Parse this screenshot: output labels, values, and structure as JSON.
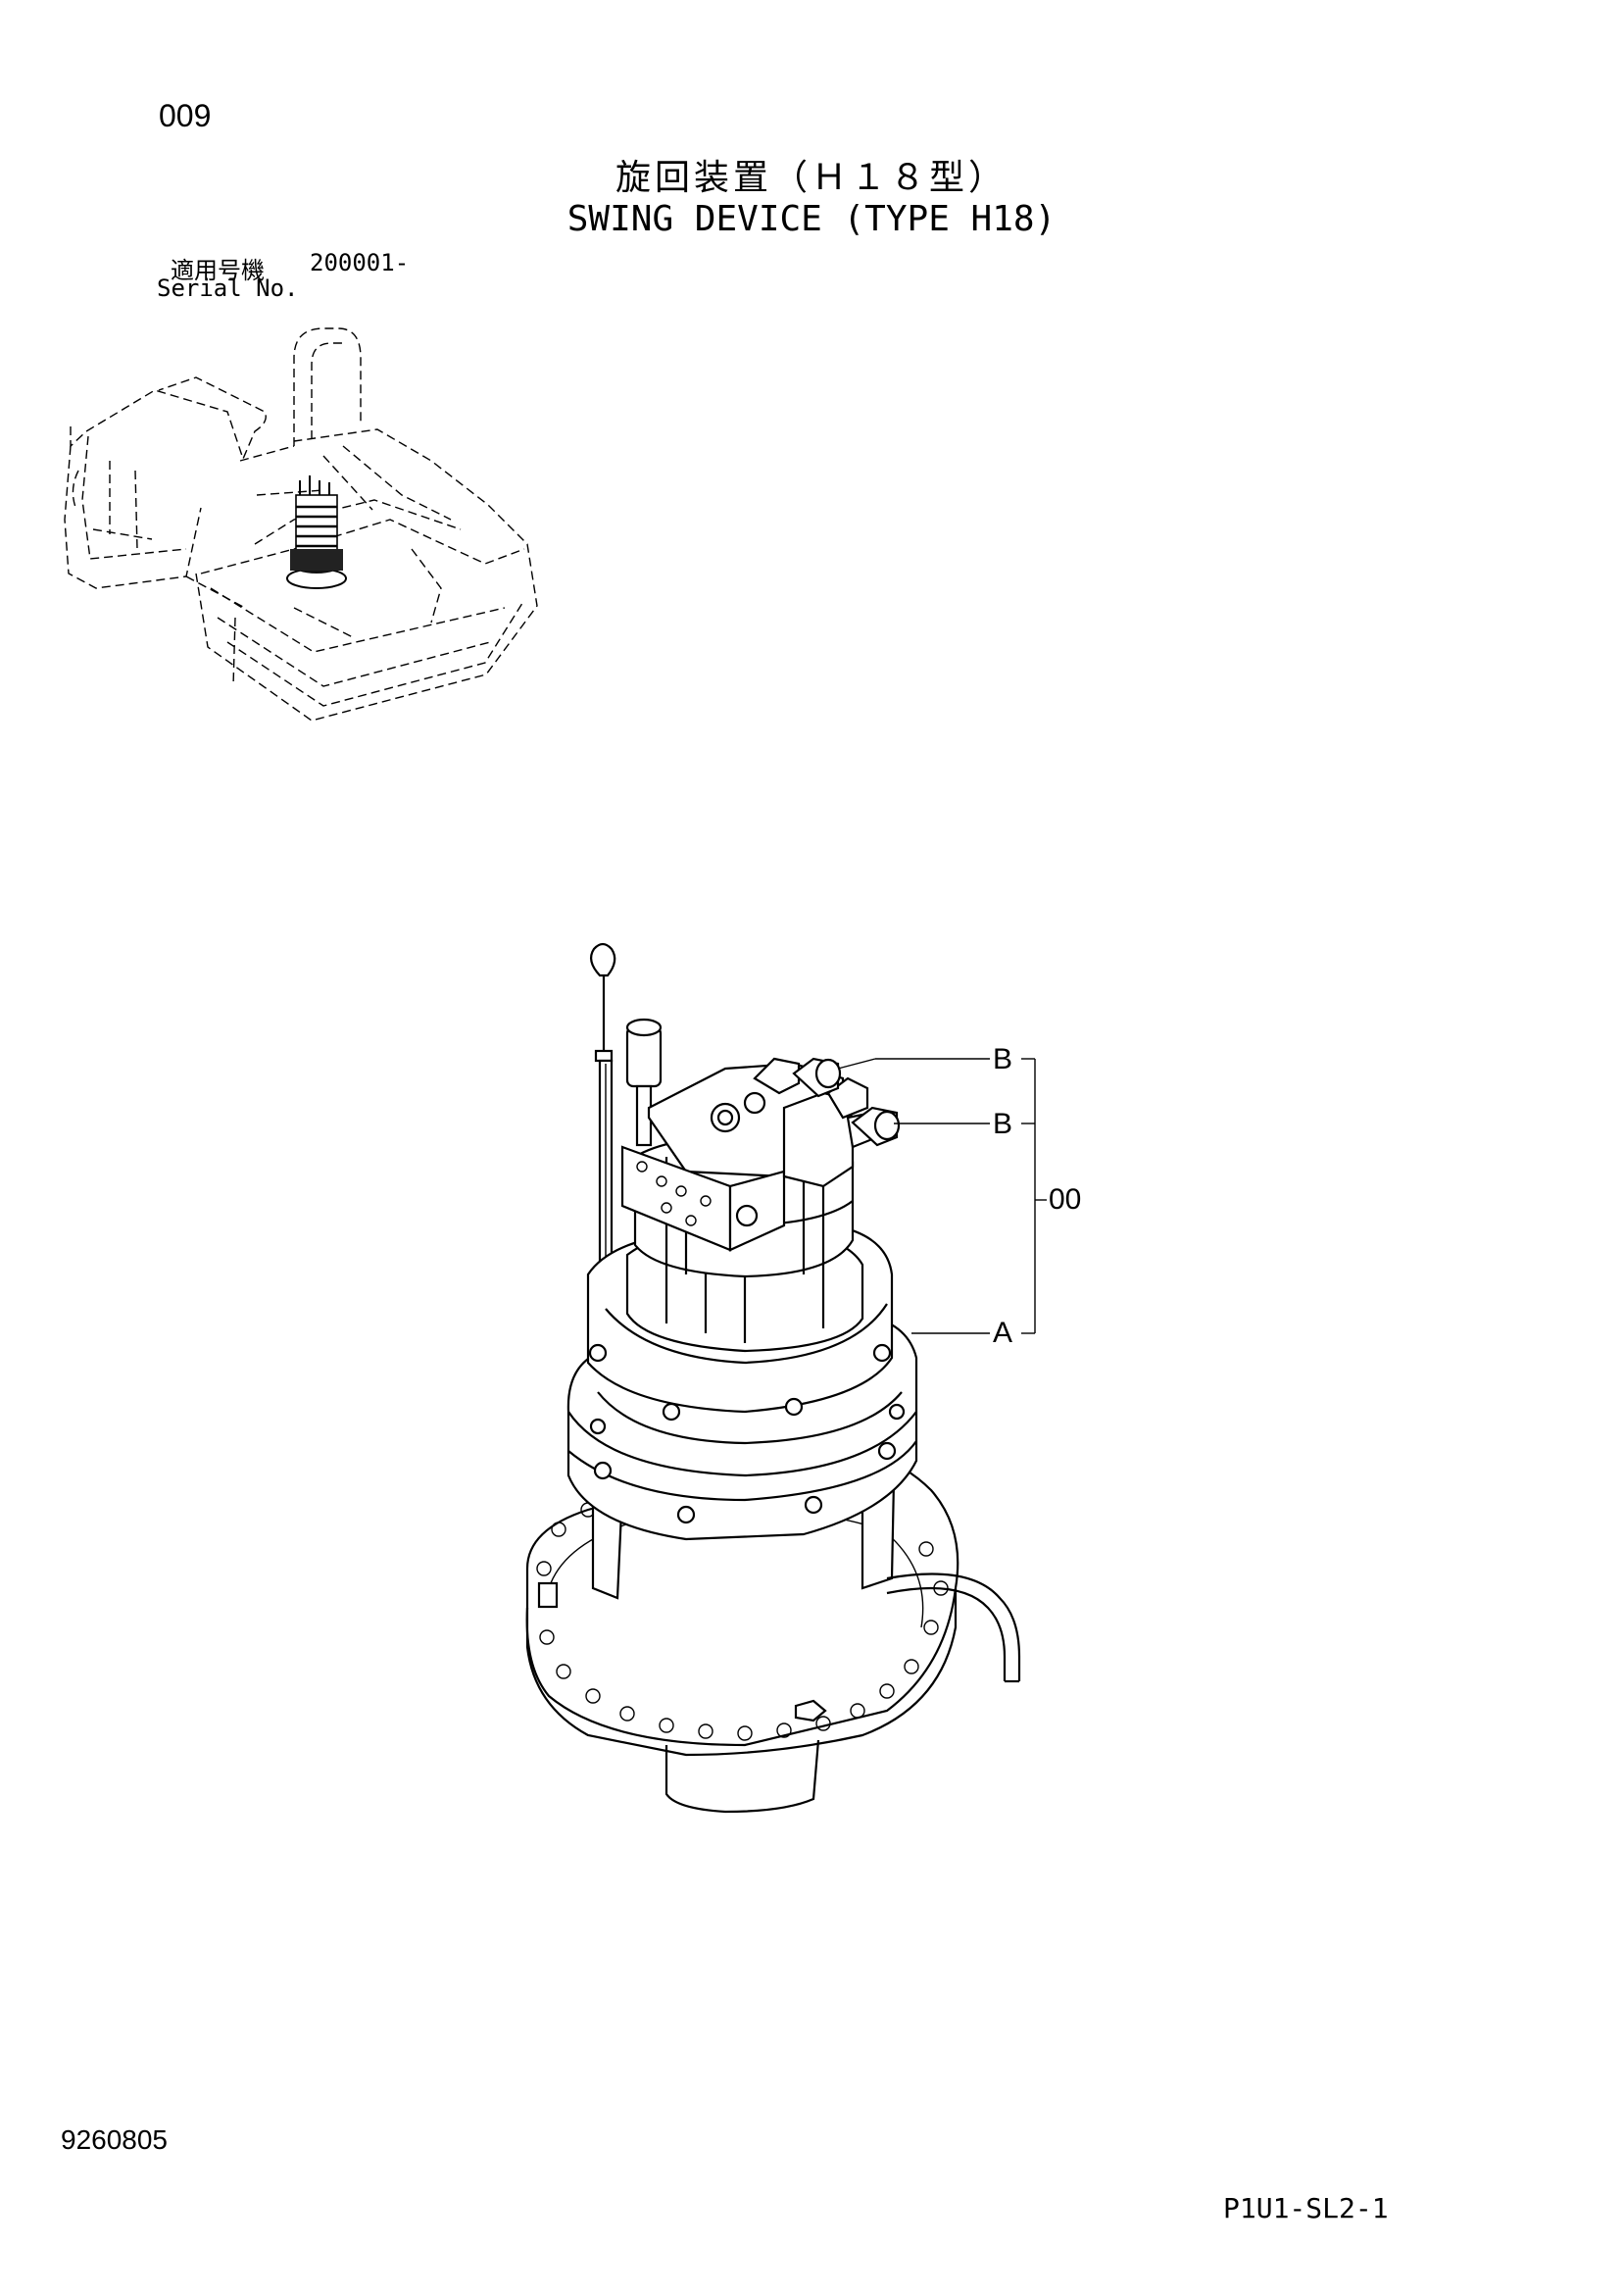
{
  "header": {
    "page_number": "009",
    "title_jp": "旋回装置（Ｈ１８型）",
    "title_en": "SWING DEVICE (TYPE H18)",
    "serial_label_jp": "適用号機",
    "serial_range": "200001-",
    "serial_label_en": "Serial No."
  },
  "callouts": {
    "b_upper": "B",
    "b_lower": "B",
    "assembly": "00",
    "a": "A"
  },
  "footer": {
    "document_number": "9260805",
    "page_reference": "P1U1-SL2-1"
  }
}
